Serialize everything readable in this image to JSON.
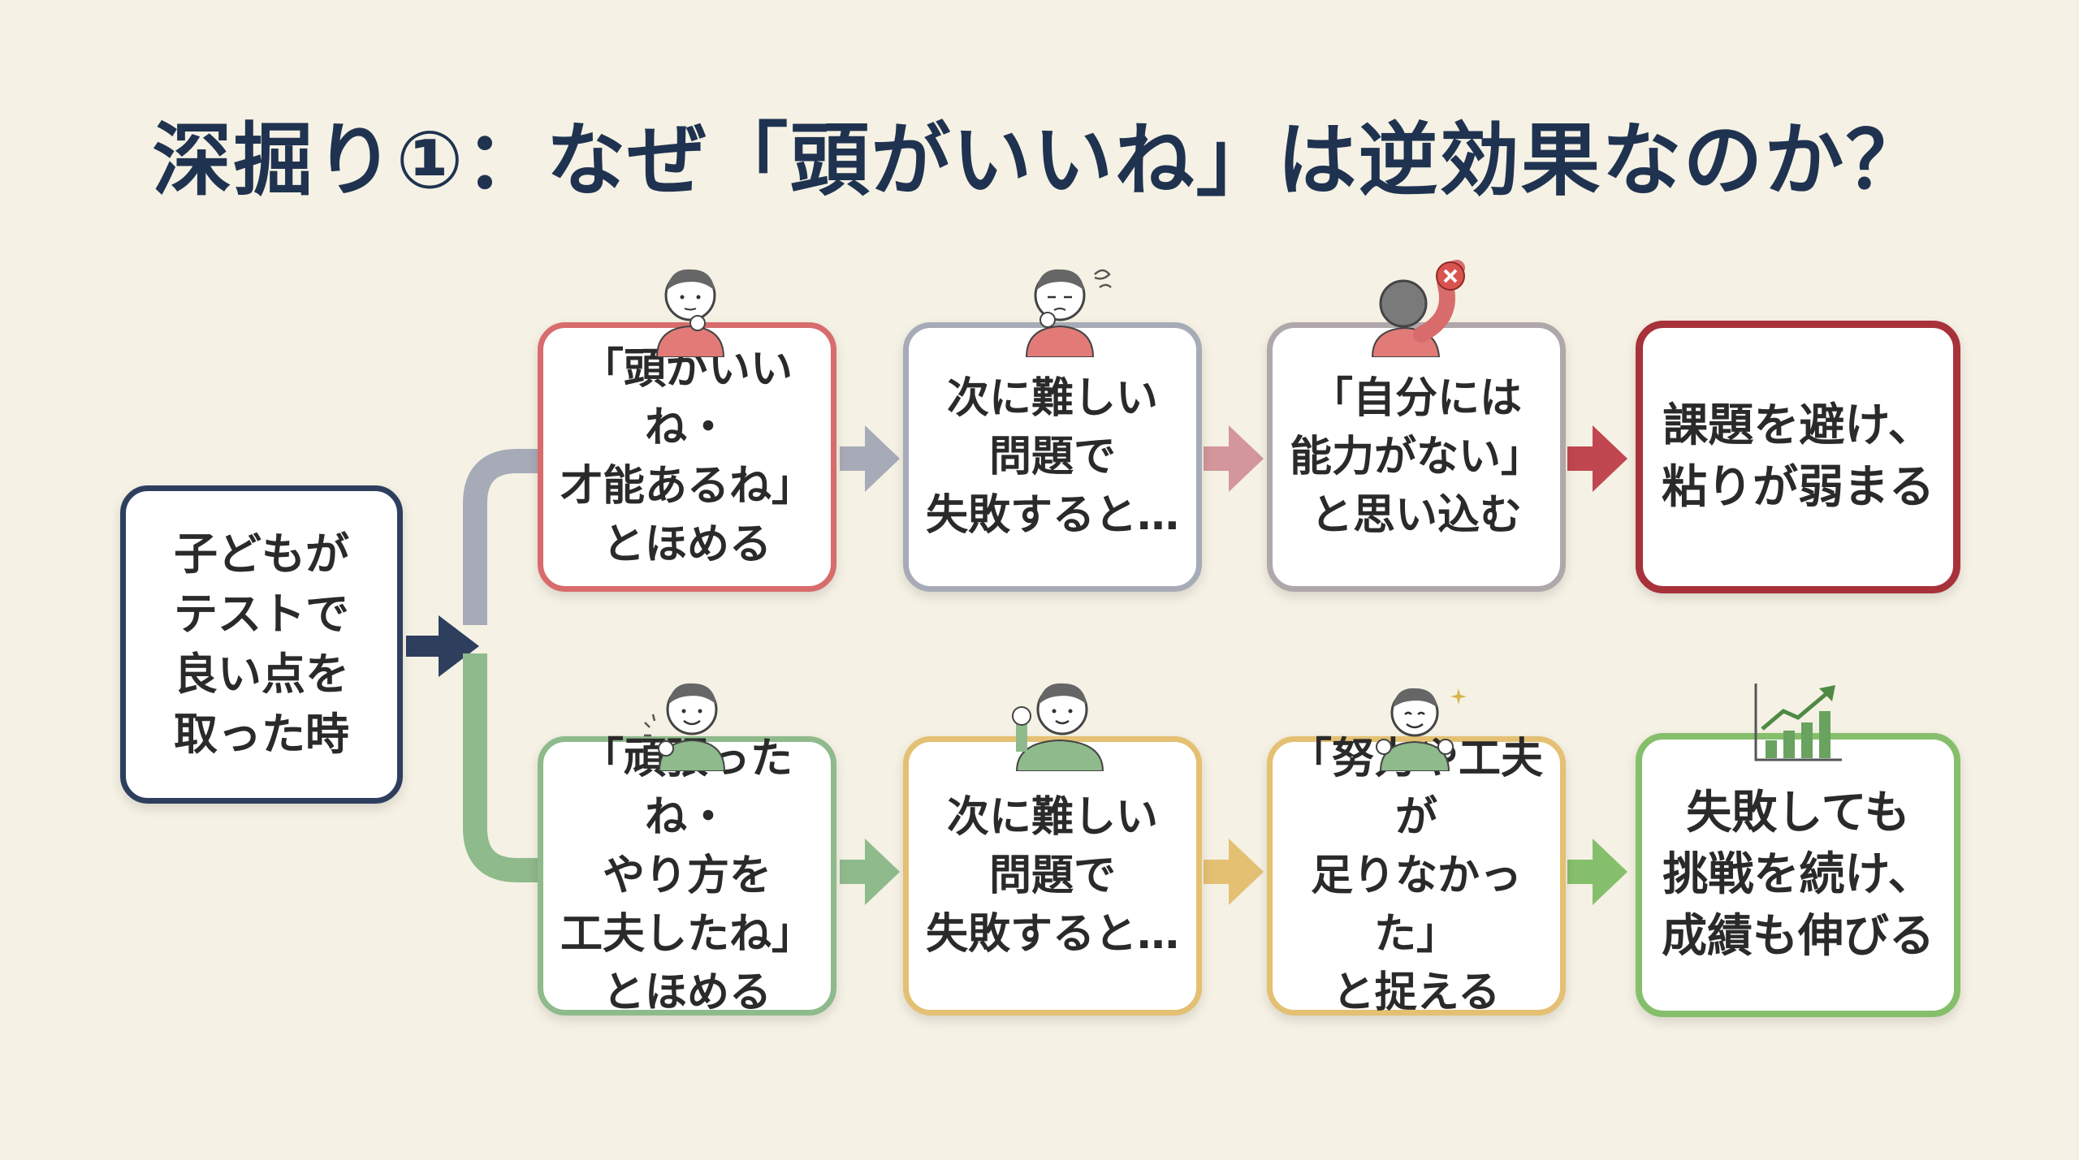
{
  "title": "深掘り①：なぜ「頭がいいね」は逆効果なのか？",
  "start": {
    "text": "子どもが\nテストで\n良い点を\n取った時"
  },
  "top_row": [
    {
      "text": "「頭がいいね・\n才能あるね」\nとほめる",
      "icon": "thinking-boy-icon"
    },
    {
      "text": "次に難しい\n問題で\n失敗すると…",
      "icon": "worried-boy-icon"
    },
    {
      "text": "「自分には\n能力がない」\nと思い込む",
      "icon": "dejected-boy-cross-icon"
    },
    {
      "text": "課題を避け、\n粘りが弱まる",
      "icon": ""
    }
  ],
  "bottom_row": [
    {
      "text": "「頑張ったね・\nやり方を\n工夫したね」\nとほめる",
      "icon": "smiling-boy-icon"
    },
    {
      "text": "次に難しい\n問題で\n失敗すると…",
      "icon": "determined-boy-icon"
    },
    {
      "text": "「努力や工夫が\n足りなかった」\nと捉える",
      "icon": "cheering-boy-icon"
    },
    {
      "text": "失敗しても\n挑戦を続け、\n成績も伸びる",
      "icon": "growth-chart-icon"
    }
  ],
  "colors": {
    "background": "#f5f1e4",
    "title": "#1f3350",
    "navy": "#2e3f5e",
    "red": "#d86c6c",
    "dark_red": "#a8323a",
    "gray": "#a7abb7",
    "green": "#8fba8c",
    "yellow": "#e4c073"
  }
}
